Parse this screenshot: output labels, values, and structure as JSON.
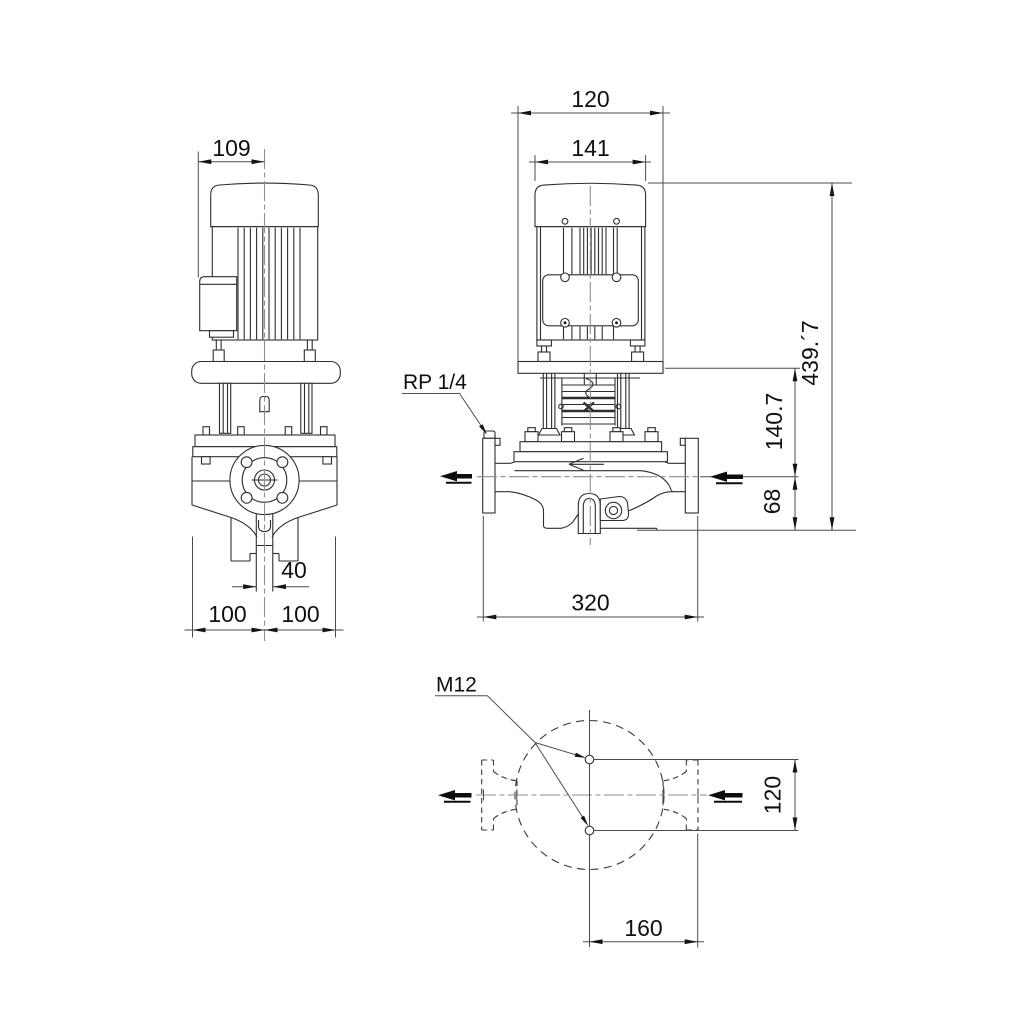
{
  "front_view": {
    "dim_width_to_center": "109",
    "dim_port": "40",
    "dim_left_half": "100",
    "dim_right_half": "100"
  },
  "side_view": {
    "dim_plate_width": "120",
    "dim_motor_width": "141",
    "dim_total_height": "439.´7",
    "dim_head_height": "140.7",
    "dim_center_height": "68",
    "dim_port_span": "320",
    "label_gauge_port": "RP 1/4"
  },
  "plan_view": {
    "label_thread": "M12",
    "dim_hole_vertical": "120",
    "dim_hole_horizontal": "160"
  }
}
